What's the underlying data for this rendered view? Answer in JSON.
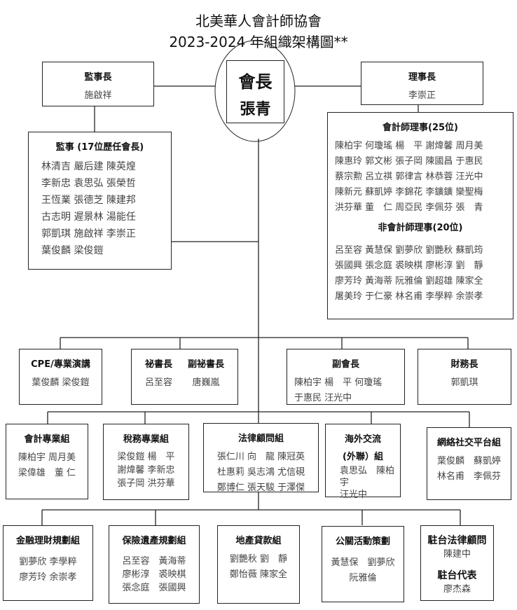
{
  "title": {
    "line1": "北美華人會計師協會",
    "line2": "2023-2024 年組織架構圖**"
  },
  "president": {
    "title": "會長",
    "name": "張青"
  },
  "chief_supervisor": {
    "title": "監事長",
    "name": "施啟祥"
  },
  "chairman": {
    "title": "理事長",
    "name": "李崇正"
  },
  "supervisors": {
    "title": "監事 (17位歷任會長)",
    "rows": [
      "林清吉 嚴后建 陳英煌",
      "李新忠 袁思弘 張榮哲",
      "王恆業 張德芝 陳建邦",
      "古志明 遲景林 湯能任",
      "郭凱琪 施啟祥 李崇正",
      "葉俊麟 梁俊鎧"
    ]
  },
  "directors": {
    "cpa_title": "會計師理事(25位)",
    "cpa_rows": [
      "陳柏宇 何瓊瑤 楊　平 謝煒馨 周月美",
      "陳惠玲 郭文彬 張子岡 陳國昌 于惠民",
      "蔡宗勲 呂立祺 郭律言 林恭蓉 汪光中",
      "陳新元 蘇凱婷 李錦花 李鑛鑛 欒聖梅",
      "洪芬華 董　仁 周亞民 李佩芬 張　青"
    ],
    "noncpa_title": "非會計師理事(20位)",
    "noncpa_rows": [
      "呂至容 黃慧保 劉夢欣 劉艷秋 蘇凱筠",
      "張國興 張念庭 裘映棋 廖彬淳 劉　靜",
      "廖芳玲 黃海蒂 阮雅倫 劉超雄 陳家全",
      "屠美玲 于仁豪 林名甫 李學粹 余崇孝"
    ]
  },
  "row2": {
    "cpe": {
      "title": "CPE/專業演講",
      "rows": [
        "葉俊麟 梁俊鎧"
      ]
    },
    "secretary": {
      "title": "祕書長",
      "name": "呂至容",
      "deputy_title": "副祕書長",
      "deputy_name": "唐巍嵐"
    },
    "vice_president": {
      "title": "副會長",
      "rows": [
        "陳柏宇 楊　平 何瓊瑤",
        "于惠民 汪光中"
      ]
    },
    "treasurer": {
      "title": "財務長",
      "rows": [
        "郭凱琪"
      ]
    }
  },
  "row3": {
    "accounting": {
      "title": "會計專業組",
      "rows": [
        "陳柏宇 周月美",
        "梁偉雄　董 仁"
      ]
    },
    "tax": {
      "title": "稅務專業組",
      "rows": [
        "梁俊鎧 楊　平",
        "謝煒馨 李新忠",
        "張子岡 洪芬華"
      ]
    },
    "legal": {
      "title": "法律顧問組",
      "rows": [
        "張仁川 向　龍 陳冠英",
        "杜惠莉 吳志鴻 尤信硯",
        "鄭博仁 張天駿 于澤傑"
      ]
    },
    "overseas": {
      "title1": "海外交流",
      "title2": "(外聯）組",
      "rows": [
        "袁思弘　陳柏宇",
        "汪光中"
      ]
    },
    "social": {
      "title": "網絡社交平台組",
      "rows": [
        "葉俊麟　蘇凱婷",
        "林名甫　李佩芬"
      ]
    }
  },
  "row4": {
    "finance": {
      "title": "金融理財規劃組",
      "rows": [
        "劉夢欣 李學粹",
        "廖芳玲 余崇孝"
      ]
    },
    "insurance": {
      "title": "保險遺產規劃組",
      "rows": [
        "呂至容　黃海蒂",
        "廖彬淳　裘映棋",
        "張念庭　張國興"
      ]
    },
    "real_estate": {
      "title": "地產貸款組",
      "rows": [
        "劉艷秋 劉　靜",
        "鄭怡薇 陳家全"
      ]
    },
    "pr": {
      "title": "公關活動策劃",
      "rows": [
        "黃慧保　劉夢欣",
        "阮雅倫"
      ]
    },
    "taiwan": {
      "title": "駐台法律顧問",
      "name": "陳建中",
      "rep_title": "駐台代表",
      "rep_name": "廖杰森"
    }
  }
}
